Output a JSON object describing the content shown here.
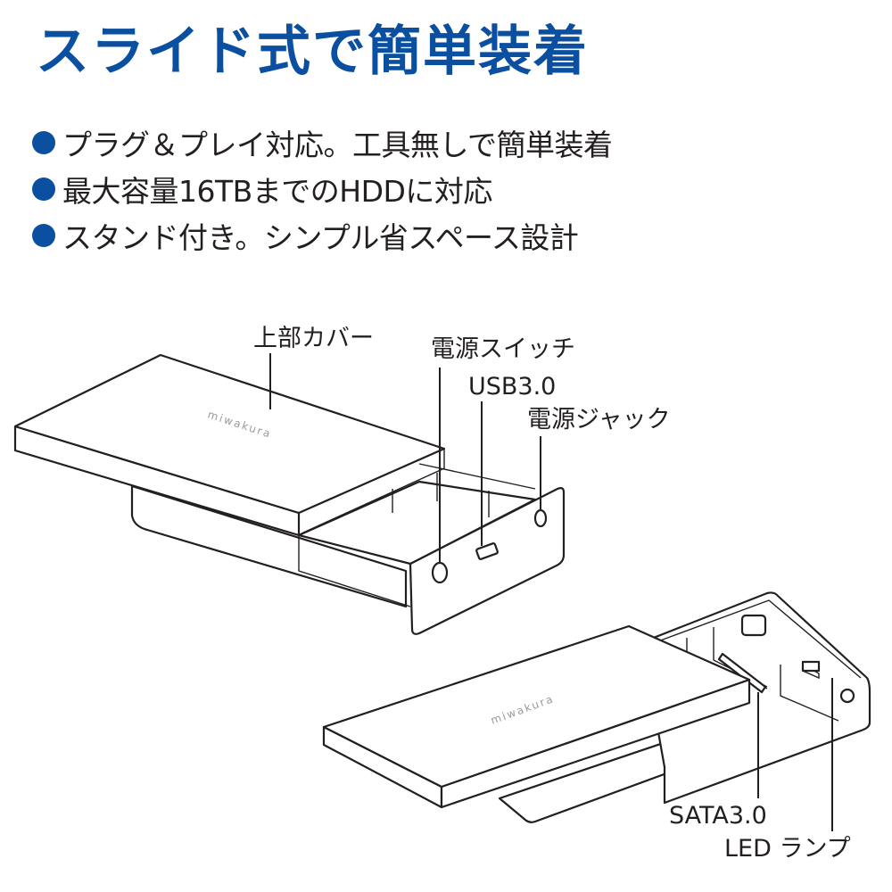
{
  "title": "スライド式で簡単装着",
  "features": [
    {
      "icon": "bullet-dot",
      "text": "プラグ＆プレイ対応。工具無しで簡単装着"
    },
    {
      "icon": "bullet-dot",
      "text": "最大容量16TBまでのHDDに対応"
    },
    {
      "icon": "bullet-dot",
      "text": "スタンド付き。シンプル省スペース設計"
    }
  ],
  "colors": {
    "accent": "#0a4fa0",
    "text": "#231f20",
    "background": "#ffffff"
  },
  "diagram_top": {
    "brand_label": "miwakura",
    "callouts": {
      "top_cover": "上部カバー",
      "power_switch": "電源スイッチ",
      "usb": "USB3.0",
      "power_jack": "電源ジャック"
    }
  },
  "diagram_bottom": {
    "brand_label": "miwakura",
    "callouts": {
      "sata": "SATA3.0",
      "led": "LED ランプ"
    }
  }
}
